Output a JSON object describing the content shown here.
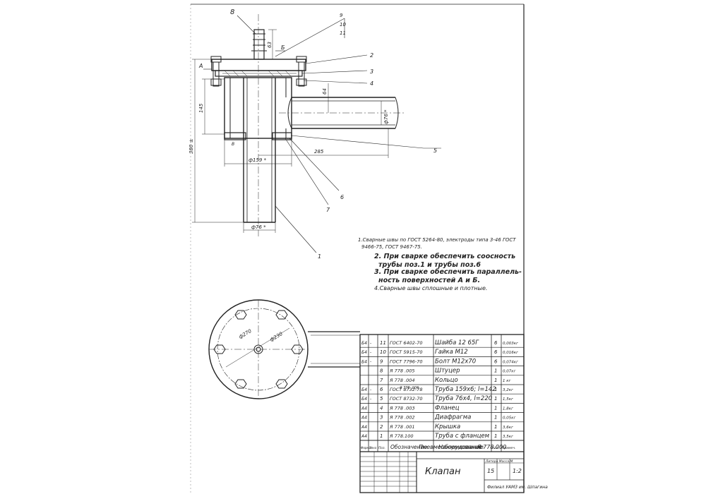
{
  "drawing": {
    "title": "Клапан",
    "designation": "Я 778.000",
    "assembly": "Пневмооборудование",
    "scale": "1:2",
    "sheet_count": "15",
    "frame_label": "Литера  Масса  М",
    "org": "Филиал УАМЗ им. Шпагина"
  },
  "callouts": {
    "c8": "8",
    "c9": "9",
    "c10": "10",
    "c11": "11",
    "c2": "2",
    "c3": "3",
    "c4": "4",
    "c5": "5",
    "c6": "6",
    "c7": "7",
    "c1": "1",
    "cA": "А",
    "cB": "Б",
    "cV": "В"
  },
  "dimensions": {
    "d63": "63",
    "d145": "145",
    "d380": "380 ±",
    "d64": "64",
    "d285": "285",
    "d159": "ф159 *",
    "d76side": "ф76 *",
    "d76bottom": "ф76 *",
    "d270": "ф270",
    "d230": "ф230"
  },
  "notes": {
    "n1a": "1.Сварные швы по ГОСТ 5264-80, электроды типа 3-46 ГОСТ",
    "n1b": "9466-75, ГОСТ 9467-75.",
    "n2a": "2. При сварке обеспечить соосность",
    "n2b": "трубы поз.1 и трубы поз.6",
    "n3a": "3. При сварке обеспечить параллель-",
    "n3b": "ность поверхностей  А и Б.",
    "n4": "4.Сварные швы сплошные и плотные."
  },
  "bom": {
    "rows": [
      {
        "fmt": "Б4",
        "zone": "-",
        "pos": "11",
        "des": "ГОСТ 6402-70",
        "name": "Шайба 12 65Г",
        "qty": "6",
        "mass": "0,003кг"
      },
      {
        "fmt": "Б4",
        "zone": "-",
        "pos": "10",
        "des": "ГОСТ 5915-70",
        "name": "Гайка М12",
        "qty": "6",
        "mass": "0,016кг"
      },
      {
        "fmt": "Б4",
        "zone": "-",
        "pos": "9",
        "des": "ГОСТ 7796-70",
        "name": "Болт М12х70",
        "qty": "6",
        "mass": "0,074кг"
      },
      {
        "fmt": "",
        "zone": "",
        "pos": "8",
        "des": "Я 778 .005",
        "name": "Штуцер",
        "qty": "1",
        "mass": "0,07кг"
      },
      {
        "fmt": "",
        "zone": "",
        "pos": "7",
        "des": "Я 778 .004",
        "name": "Кольцо",
        "qty": "1",
        "mass": "1 кг"
      },
      {
        "fmt": "Б4",
        "zone": "-",
        "pos": "6",
        "des": "ГОСТ 8732-78",
        "name": "Труба 159х6; l=142",
        "qty": "1",
        "mass": "3,2кг"
      },
      {
        "fmt": "Б4",
        "zone": "-",
        "pos": "5",
        "des": "ГОСТ 8732-70",
        "name": "Труба 76х4, l=220",
        "qty": "1",
        "mass": "1,5кг"
      },
      {
        "fmt": "А4",
        "zone": "",
        "pos": "4",
        "des": "Я 778 .003",
        "name": "Фланец",
        "qty": "1",
        "mass": "1,8кг"
      },
      {
        "fmt": "А4",
        "zone": "",
        "pos": "3",
        "des": "Я 778 .002",
        "name": "Диафрагма",
        "qty": "1",
        "mass": "0,05кг"
      },
      {
        "fmt": "А4",
        "zone": "",
        "pos": "2",
        "des": "Я 778 .001",
        "name": "Крышка",
        "qty": "1",
        "mass": "3,6кг"
      },
      {
        "fmt": "А4",
        "zone": "",
        "pos": "1",
        "des": "Я 778.100",
        "name": "Труба с фланцем",
        "qty": "1",
        "mass": "3,5кг"
      }
    ],
    "header": {
      "fmt": "Формат",
      "zone": "Зона",
      "pos": "Поз.",
      "des": "Обозначение",
      "name": "Наименование",
      "qty": "Кол.",
      "mass": "Примеч."
    },
    "overstrike": "Я 778 .006"
  }
}
